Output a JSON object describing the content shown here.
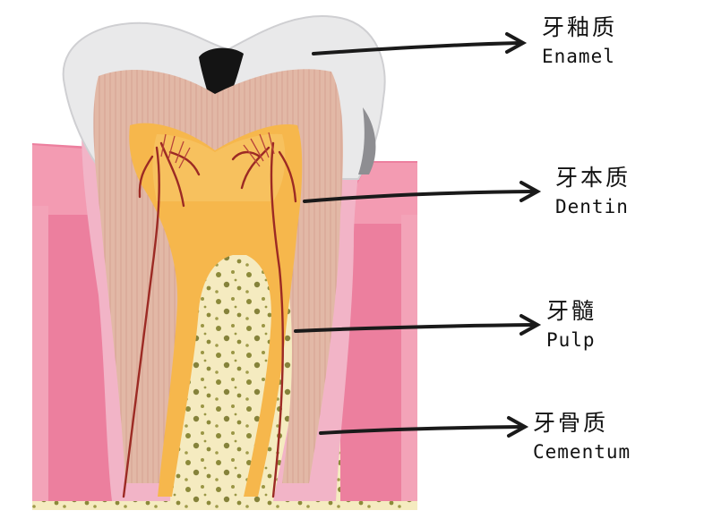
{
  "labels": [
    {
      "zh": "牙釉质",
      "en": "Enamel"
    },
    {
      "zh": "牙本质",
      "en": "Dentin"
    },
    {
      "zh": "牙髓",
      "en": "Pulp"
    },
    {
      "zh": "牙骨质",
      "en": "Cementum"
    }
  ],
  "colors": {
    "enamel": "#e9e9ea",
    "dentin": "#e2b8a6",
    "pulp": "#f6b74c",
    "cementum": "#f2b4c7",
    "gum": "#ec7f9e",
    "bone": "#f5ebc0",
    "bone_spots": "#8c8a3a",
    "nerve": "#9c2a24",
    "cavity": "#141414",
    "arrow": "#1a1a1a"
  }
}
